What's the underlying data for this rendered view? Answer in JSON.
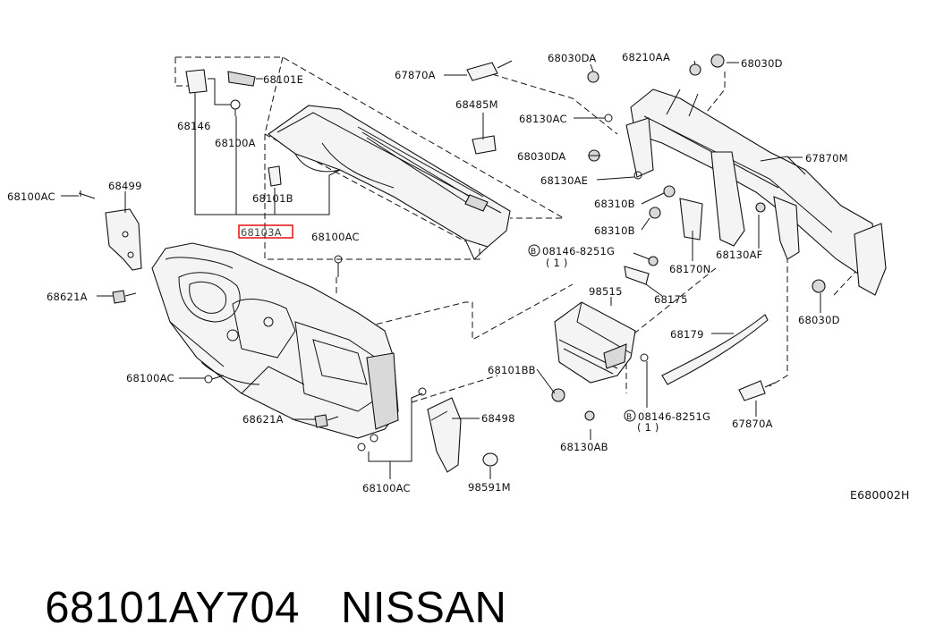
{
  "diagram": {
    "code": "E680002H",
    "highlighted_part": "68103A",
    "labels": {
      "l68101E": "68101E",
      "l68146": "68146",
      "l68100A": "68100A",
      "l68101B": "68101B",
      "l68103A": "68103A",
      "l68100AC_a": "68100AC",
      "l68100AC_b": "68100AC",
      "l68100AC_c": "68100AC",
      "l68100AC_d": "68100AC",
      "l68499": "68499",
      "l68621A_a": "68621A",
      "l68621A_b": "68621A",
      "l68498": "68498",
      "l98591M": "98591M",
      "l67870A_a": "67870A",
      "l67870A_b": "67870A",
      "l68485M": "68485M",
      "l68030DA_a": "68030DA",
      "l68030DA_b": "68030DA",
      "l68210AA": "68210AA",
      "l68030D_a": "68030D",
      "l68030D_b": "68030D",
      "l68130AC": "68130AC",
      "l68130AE": "68130AE",
      "l67870M": "67870M",
      "l68310B_a": "68310B",
      "l68310B_b": "68310B",
      "l08146_a": "08146-8251G",
      "l08146_a_qty": "( 1 )",
      "l08146_b": "08146-8251G",
      "l08146_b_qty": "( 1 )",
      "lB_a": "B",
      "lB_b": "B",
      "l68170N": "68170N",
      "l68130AF": "68130AF",
      "l98515": "98515",
      "l68175": "68175",
      "l68179": "68179",
      "l68101BB": "68101BB",
      "l68130AB": "68130AB"
    }
  },
  "footer": {
    "part_number": "68101AY704",
    "brand": "NISSAN"
  }
}
